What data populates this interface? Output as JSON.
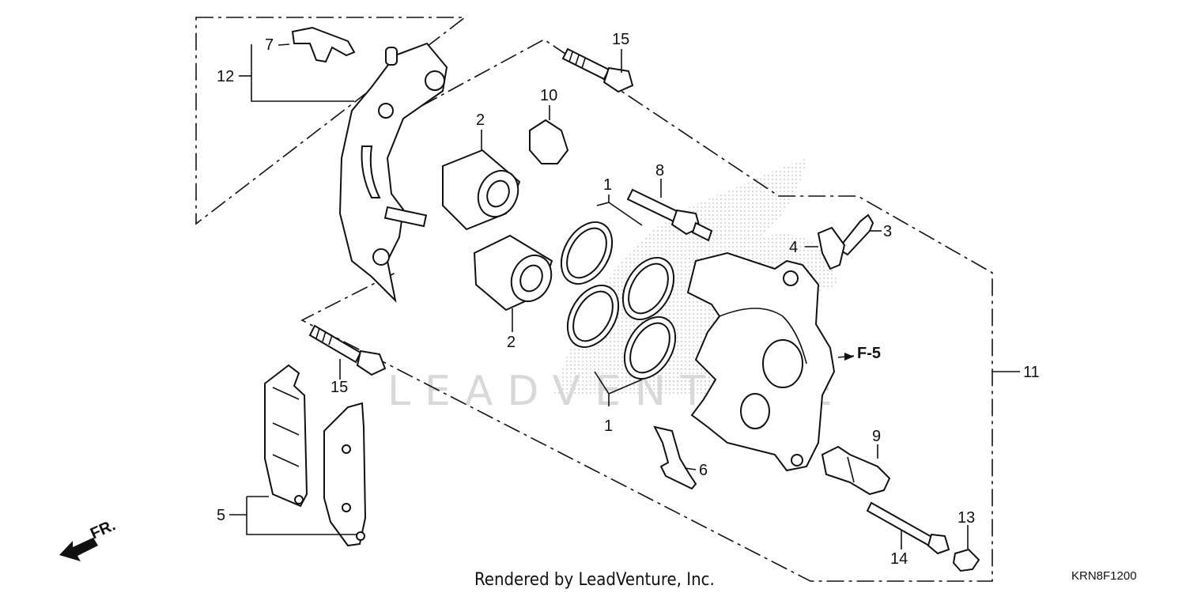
{
  "callouts": {
    "c1a": "1",
    "c1b": "1",
    "c2a": "2",
    "c2b": "2",
    "c3": "3",
    "c4": "4",
    "c5": "5",
    "c6": "6",
    "c7": "7",
    "c8": "8",
    "c9": "9",
    "c10": "10",
    "c11": "11",
    "c12": "12",
    "c13": "13",
    "c14": "14",
    "c15a": "15",
    "c15b": "15"
  },
  "reference": "F-5",
  "direction": "FR.",
  "watermark": "LEADVENTURE",
  "credit": "Rendered by LeadVenture, Inc.",
  "diagram_code": "KRN8F1200"
}
